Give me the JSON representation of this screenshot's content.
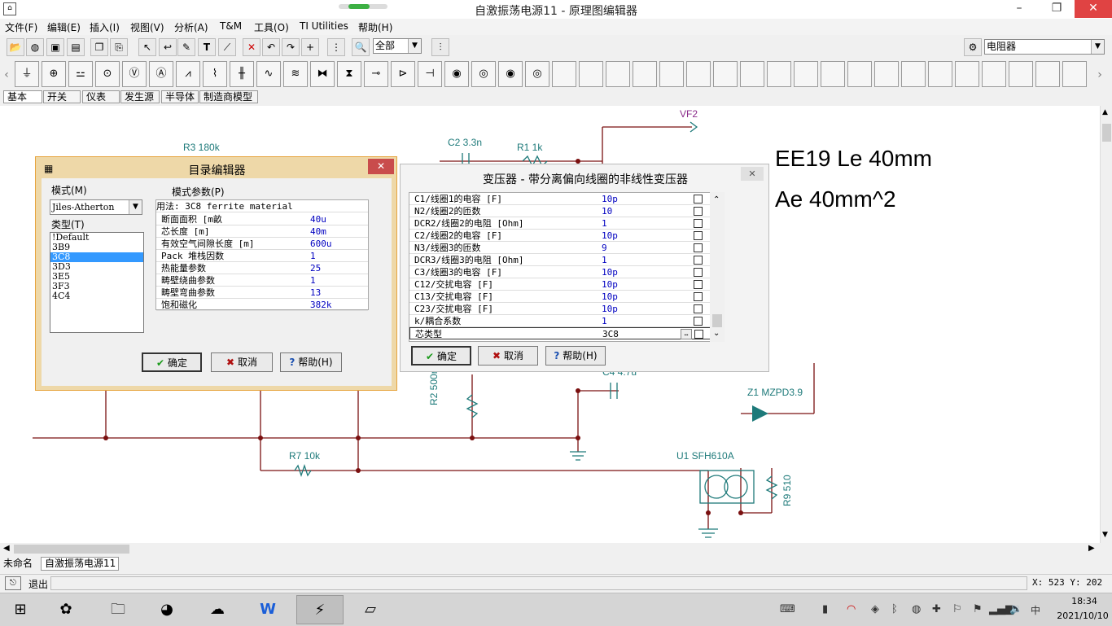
{
  "window": {
    "title": "自激振荡电源11 - 原理图编辑器",
    "min": "–",
    "max": "❐",
    "close": "✕"
  },
  "menu": [
    "文件(F)",
    "编辑(E)",
    "插入(I)",
    "视图(V)",
    "分析(A)",
    "T&M",
    "工具(O)",
    "TI Utilities",
    "帮助(H)"
  ],
  "toolbar": {
    "zoom_value": "全部",
    "component_search": "电阻器"
  },
  "component_tabs": [
    "基本",
    "开关",
    "仪表",
    "发生源",
    "半导体",
    "制造商模型"
  ],
  "schematic": {
    "labels": {
      "vf2": "VF2",
      "c2": "C2 3.3n",
      "r1": "R1 1k",
      "r3": "R3 180k",
      "r2": "R2 500m",
      "r7": "R7 10k",
      "z1": "Z1 MZPD3.9",
      "u1": "U1 SFH610A",
      "r9": "R9 510",
      "c4": "C4 4.7u"
    },
    "note_line1": "EE19 Le 40mm",
    "note_line2": "Ae 40mm^2"
  },
  "catalog_dialog": {
    "title": "目录编辑器",
    "close": "✕",
    "model_label": "模式(M)",
    "model_value": "Jiles-Atherton",
    "type_label": "类型(T)",
    "types": [
      "!Default",
      "3B9",
      "3C8",
      "3D3",
      "3E5",
      "3F3",
      "4C4"
    ],
    "selected_type": "3C8",
    "params_label": "模式参数(P)",
    "params_header": "用法: 3C8 ferrite material",
    "params": [
      {
        "name": "断面面积 [m畝",
        "value": "40u"
      },
      {
        "name": "芯长度 [m]",
        "value": "40m"
      },
      {
        "name": "有效空气间隙长度 [m]",
        "value": "600u"
      },
      {
        "name": "Pack 堆栈因数",
        "value": "1"
      },
      {
        "name": "热能量参数",
        "value": "25"
      },
      {
        "name": "畴壁绕曲参数",
        "value": "1"
      },
      {
        "name": "畴壁弯曲参数",
        "value": "13"
      },
      {
        "name": "饱和磁化",
        "value": "382k"
      }
    ],
    "ok": "确定",
    "cancel": "取消",
    "help": "帮助(H)"
  },
  "transformer_dialog": {
    "title": "变压器 - 带分离偏向线圈的非线性变压器",
    "close": "✕",
    "rows": [
      {
        "name": "C1/线圈1的电容   [F]",
        "value": "10p"
      },
      {
        "name": "N2/线圈2的匝数",
        "value": "10"
      },
      {
        "name": "DCR2/线圈2的电阻 [Ohm]",
        "value": "1"
      },
      {
        "name": "C2/线圈2的电容   [F]",
        "value": "10p"
      },
      {
        "name": "N3/线圈3的匝数",
        "value": "9"
      },
      {
        "name": "DCR3/线圈3的电阻 [Ohm]",
        "value": "1"
      },
      {
        "name": "C3/线圈3的电容   [F]",
        "value": "10p"
      },
      {
        "name": "C12/交扰电容   [F]",
        "value": "10p"
      },
      {
        "name": "C13/交扰电容   [F]",
        "value": "10p"
      },
      {
        "name": "C23/交扰电容   [F]",
        "value": "10p"
      },
      {
        "name": "k/耦合系数",
        "value": "1"
      },
      {
        "name": "芯类型",
        "value": "3C8"
      }
    ],
    "ok": "确定",
    "cancel": "取消",
    "help": "帮助(H)"
  },
  "bottom_tabs": [
    "未命名",
    "自激振荡电源11"
  ],
  "status": {
    "exit": "退出",
    "coords": "X: 523  Y: 202"
  },
  "taskbar": {
    "time": "18:34",
    "date": "2021/10/10",
    "ime": "中"
  }
}
